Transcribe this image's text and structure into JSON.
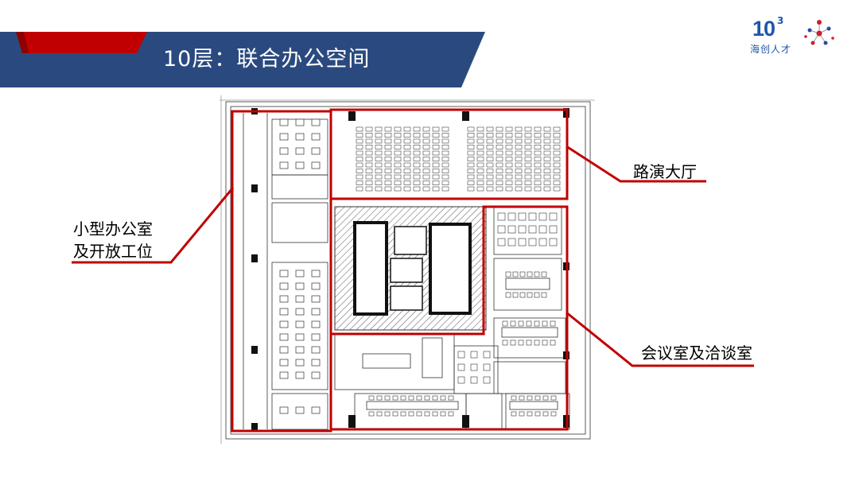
{
  "header": {
    "title": "10层：联合办公空间",
    "colors": {
      "band": "#2a4a7f",
      "accent": "#c00000"
    }
  },
  "logos": {
    "brand_number": "10",
    "brand_superscript": "3",
    "brand_name": "海创人才",
    "org_logo_icon": "network-dots-icon"
  },
  "callouts": {
    "office": [
      "小型办公室",
      "及开放工位"
    ],
    "hall": "路演大厅",
    "meeting": "会议室及洽谈室"
  },
  "colors": {
    "highlight": "#c00000",
    "plan_ink": "#1a1a1a"
  }
}
